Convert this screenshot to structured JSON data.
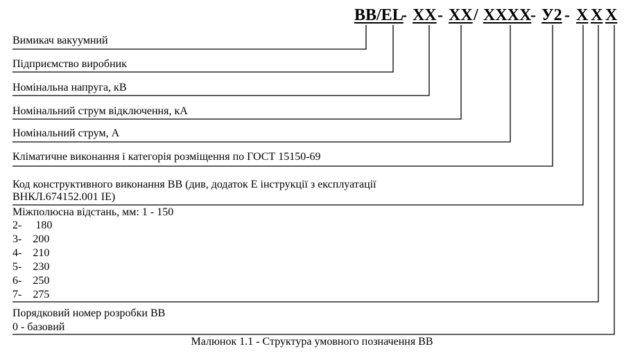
{
  "code": {
    "bb_el": "ВВ/EL",
    "dash1": "-",
    "xx1": "XX",
    "dash2": "-",
    "xx2": "XX",
    "slash": "/",
    "xxxx": "XXXX",
    "dash3": "-",
    "u2": "У2",
    "dash4": "-",
    "x1": "X",
    "x2": "X",
    "x3": "X"
  },
  "descriptions": {
    "breaker": "Вимикач вакуумний",
    "manufacturer": "Підприємство виробник",
    "voltage": "Номінальна напруга, кВ",
    "breaking_current": "Номінальний струм відключення, кА",
    "rated_current": "Номінальний струм, А",
    "climate": "Кліматичне виконання і категорія розміщення по ГОСТ 15150-69",
    "design_line1": "Код конструктивного виконання ВВ (див, додаток Е інструкції з експлуатації",
    "design_line2": "ВНКЛ.674152.001 IE)",
    "pole_distance": "Міжполюсна відстань, мм: 1 - 150",
    "pole_options": [
      "2-     180",
      "3-    200",
      "4-    210",
      "5-    230",
      "6-    250",
      "7-    275"
    ],
    "revision_line1": "Порядковий номер розробки ВВ",
    "revision_line2": "0 - базовий"
  },
  "caption": "Малюнок 1.1 - Структура умовного позначення ВВ"
}
